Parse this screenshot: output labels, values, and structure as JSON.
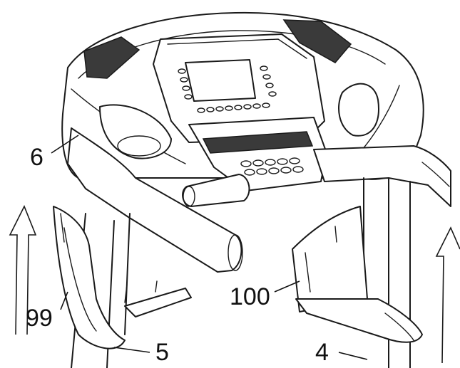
{
  "callouts": {
    "console_label": "6",
    "left_cover_label": "99",
    "left_bolt_label": "5",
    "right_cover_label": "100",
    "right_bolt_label": "4"
  }
}
